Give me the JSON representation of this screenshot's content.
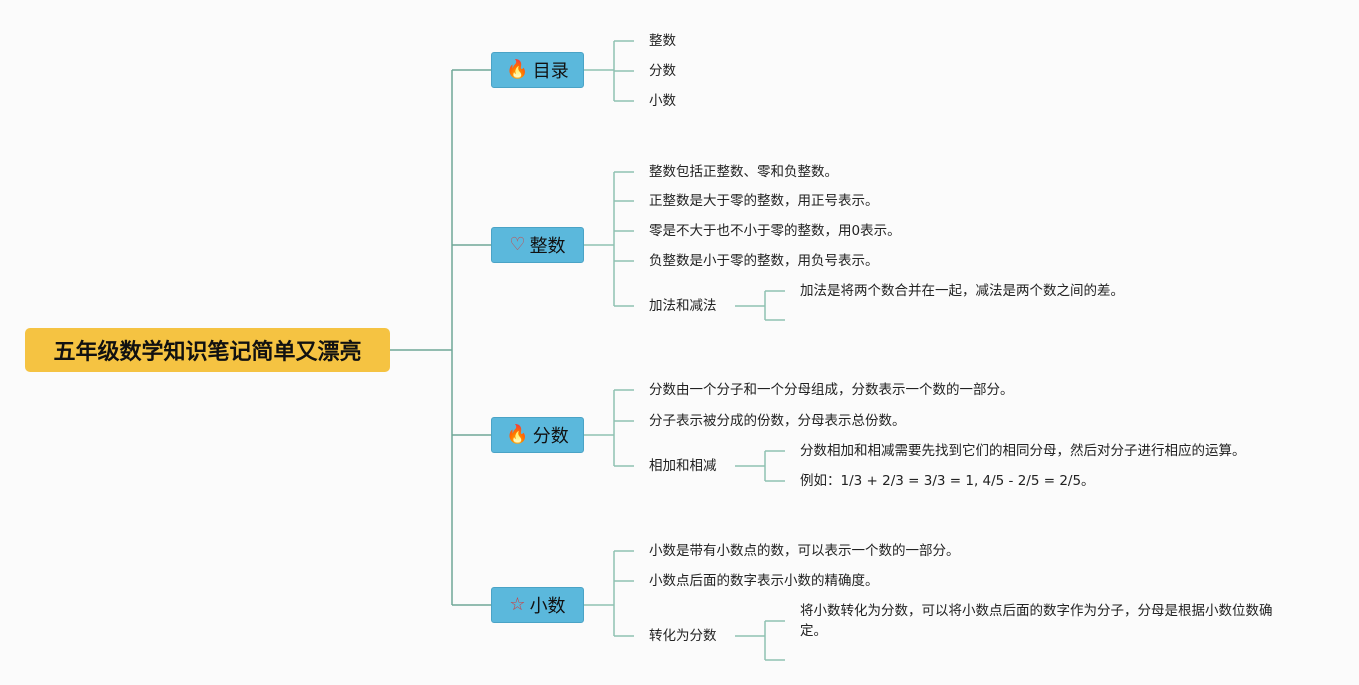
{
  "root": {
    "title": "五年级数学知识笔记简单又漂亮"
  },
  "colors": {
    "root": "#f5c342",
    "branch": "#5bb8dc",
    "line": "#7fb5a5"
  },
  "branches": [
    {
      "label": "目录",
      "icon": "fire-icon",
      "children": [
        "整数",
        "分数",
        "小数"
      ]
    },
    {
      "label": "整数",
      "icon": "heart-icon",
      "children": [
        "整数包括正整数、零和负整数。",
        "正整数是大于零的整数，用正号表示。",
        "零是不大于也不小于零的整数，用0表示。",
        "负整数是小于零的整数，用负号表示。",
        "加法和减法"
      ],
      "sub": [
        "加法是将两个数合并在一起，减法是两个数之间的差。"
      ]
    },
    {
      "label": "分数",
      "icon": "fire-icon",
      "children": [
        "分数由一个分子和一个分母组成，分数表示一个数的一部分。",
        "分子表示被分成的份数，分母表示总份数。",
        "相加和相减"
      ],
      "sub": [
        "分数相加和相减需要先找到它们的相同分母，然后对分子进行相应的运算。",
        "例如：1/3 + 2/3 = 3/3 = 1, 4/5 - 2/5 = 2/5。"
      ]
    },
    {
      "label": "小数",
      "icon": "star-icon",
      "children": [
        "小数是带有小数点的数，可以表示一个数的一部分。",
        "小数点后面的数字表示小数的精确度。",
        "转化为分数"
      ],
      "sub": [
        "将小数转化为分数，可以将小数点后面的数字作为分子，分母是根据小数位数确定。"
      ]
    }
  ]
}
